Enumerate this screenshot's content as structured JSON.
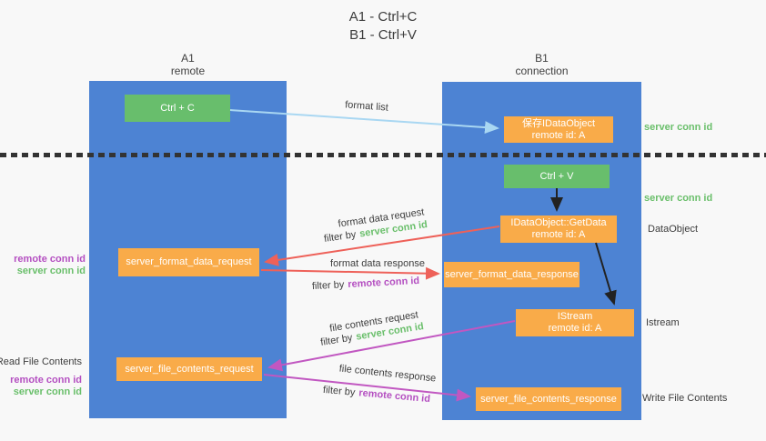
{
  "title": {
    "line1": "A1 - Ctrl+C",
    "line2": "B1 - Ctrl+V"
  },
  "columns": {
    "a1": {
      "name": "A1",
      "subtitle": "remote"
    },
    "b1": {
      "name": "B1",
      "subtitle": "connection"
    }
  },
  "nodes": {
    "ctrl_c": {
      "label": "Ctrl + C"
    },
    "save_dataobject": {
      "line1": "保存IDataObject",
      "line2": "remote id: A"
    },
    "ctrl_v": {
      "label": "Ctrl + V"
    },
    "getdata": {
      "line1": "IDataObject::GetData",
      "line2": "remote id: A"
    },
    "server_format_data_request": {
      "label": "server_format_data_request"
    },
    "server_format_data_response": {
      "label": "server_format_data_response"
    },
    "istream": {
      "line1": "IStream",
      "line2": "remote id: A"
    },
    "server_file_contents_request": {
      "label": "server_file_contents_request"
    },
    "server_file_contents_response": {
      "label": "server_file_contents_response"
    }
  },
  "labels": {
    "format_list": "format list",
    "format_data_request": "format data request",
    "format_data_response": "format data response",
    "file_contents_request": "file contents request",
    "file_contents_response": "file contents response",
    "filter_by": "filter by",
    "server_conn_id": "server conn id",
    "remote_conn_id": "remote conn id",
    "read_file_contents": "Read File Contents",
    "write_file_contents": "Write File Contents",
    "dataobject": "DataObject",
    "istream": "Istream"
  },
  "colors": {
    "column_blue": "#4d83d3",
    "node_green": "#68be6c",
    "node_orange": "#f9ab49",
    "arrow_blue": "#a9d7f2",
    "arrow_red": "#ee6159",
    "arrow_magenta": "#c157c1",
    "arrow_black": "#222222",
    "label_green": "#6abf6b",
    "label_purple": "#b44fc1",
    "divider_dark": "#333333",
    "background": "#f8f8f8"
  }
}
